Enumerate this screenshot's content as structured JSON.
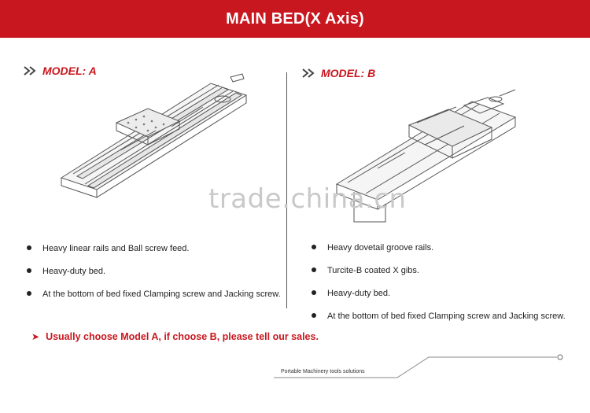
{
  "header": {
    "title": "MAIN BED(X Axis)"
  },
  "model_a": {
    "label": "MODEL: A",
    "features": [
      "Heavy linear rails and Ball screw feed.",
      "Heavy-duty bed.",
      "At the bottom of bed fixed Clamping screw and Jacking screw."
    ]
  },
  "model_b": {
    "label": "MODEL: B",
    "features": [
      "Heavy dovetail groove rails.",
      "Turcite-B coated X gibs.",
      "Heavy-duty bed.",
      "At the bottom of bed fixed Clamping screw and Jacking screw."
    ]
  },
  "watermark": "trade.china.cn",
  "note": "Usually choose Model A, if choose B, please tell our sales.",
  "footer": {
    "tagline": "Portable Machinery tools solutions"
  },
  "colors": {
    "accent": "#c8171e"
  }
}
